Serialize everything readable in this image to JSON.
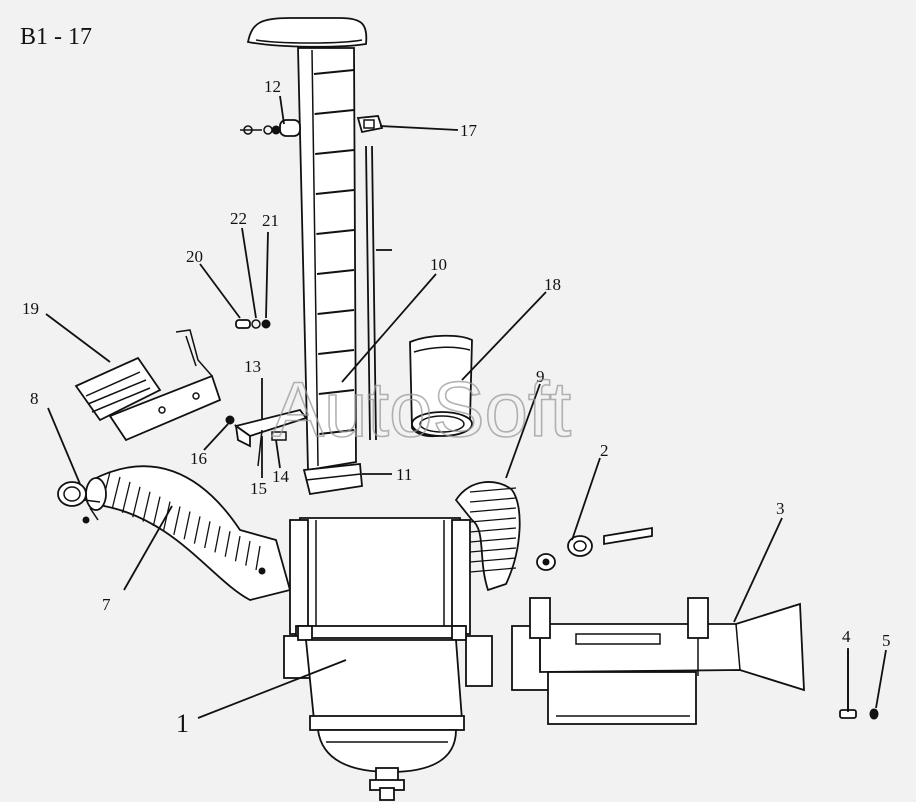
{
  "page": {
    "code": "B1 - 17",
    "watermark": "AutoSoft"
  },
  "callouts": [
    {
      "id": "c1",
      "label": "1"
    },
    {
      "id": "c2",
      "label": "2"
    },
    {
      "id": "c3",
      "label": "3"
    },
    {
      "id": "c4",
      "label": "4"
    },
    {
      "id": "c5",
      "label": "5"
    },
    {
      "id": "c7",
      "label": "7"
    },
    {
      "id": "c8",
      "label": "8"
    },
    {
      "id": "c9",
      "label": "9"
    },
    {
      "id": "c10",
      "label": "10"
    },
    {
      "id": "c11",
      "label": "11"
    },
    {
      "id": "c12",
      "label": "12"
    },
    {
      "id": "c13",
      "label": "13"
    },
    {
      "id": "c14",
      "label": "14"
    },
    {
      "id": "c15",
      "label": "15"
    },
    {
      "id": "c16",
      "label": "16"
    },
    {
      "id": "c17",
      "label": "17"
    },
    {
      "id": "c18",
      "label": "18"
    },
    {
      "id": "c19",
      "label": "19"
    },
    {
      "id": "c20",
      "label": "20"
    },
    {
      "id": "c21",
      "label": "21"
    },
    {
      "id": "c22",
      "label": "22"
    }
  ]
}
